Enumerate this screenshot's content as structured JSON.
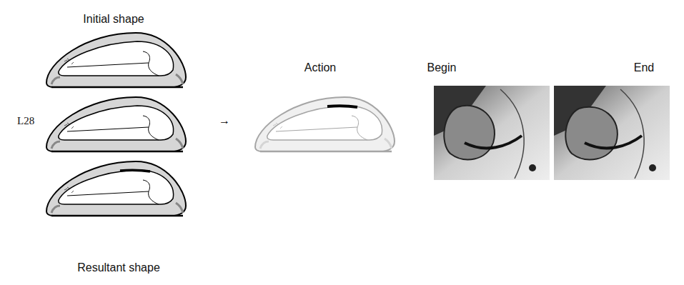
{
  "diagram": {
    "labels": [
      "Initial shape",
      "Action",
      "Begin",
      "End",
      "L28",
      "→",
      "Resultant shape"
    ]
  }
}
